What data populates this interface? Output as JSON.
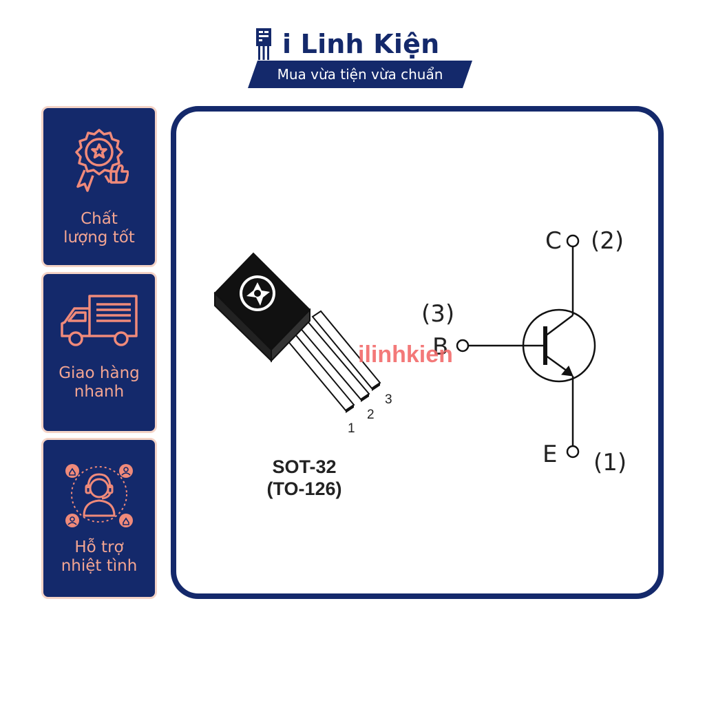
{
  "brand": {
    "name": "i Linh Kiện",
    "tagline": "Mua vừa tiện vừa chuẩn",
    "logo_icon": "chip-icon",
    "color_primary": "#14296b",
    "color_accent": "#f3a592"
  },
  "features": [
    {
      "label_line1": "Chất",
      "label_line2": "lượng tốt",
      "icon": "quality-badge-icon"
    },
    {
      "label_line1": "Giao hàng",
      "label_line2": "nhanh",
      "icon": "delivery-truck-icon"
    },
    {
      "label_line1": "Hỗ trợ",
      "label_line2": "nhiệt tình",
      "icon": "support-headset-icon"
    }
  ],
  "package": {
    "name": "SOT-32",
    "alt_name": "(TO-126)",
    "pins": [
      "1",
      "2",
      "3"
    ]
  },
  "schematic": {
    "collector": "C",
    "collector_pin": "(2)",
    "base": "B",
    "base_pin": "(3)",
    "emitter": "E",
    "emitter_pin": "(1)"
  },
  "watermark": "ilinhkien"
}
